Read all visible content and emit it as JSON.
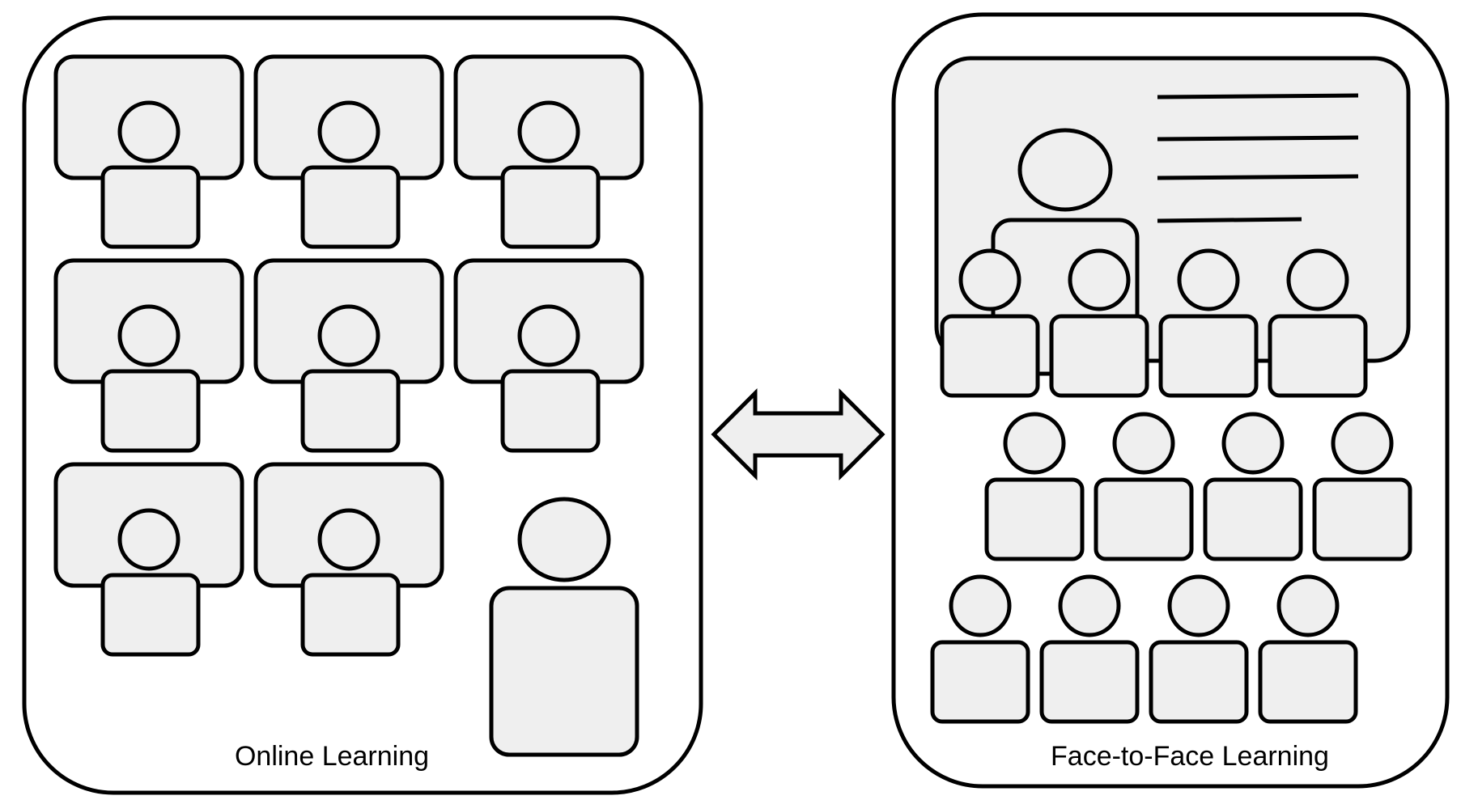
{
  "panels": {
    "online": {
      "label": "Online Learning"
    },
    "face_to_face": {
      "label": "Face-to-Face Learning"
    }
  },
  "counts": {
    "online_video_tiles": 8,
    "online_instructor": 1,
    "classroom_students": 12,
    "whiteboard_lines": 4
  },
  "colors": {
    "stroke": "#000000",
    "fill": "#efefef",
    "background": "#ffffff"
  },
  "icons": {
    "connector": "double-headed-arrow-icon",
    "person": "person-icon",
    "screen": "video-tile-icon",
    "board": "whiteboard-icon"
  }
}
